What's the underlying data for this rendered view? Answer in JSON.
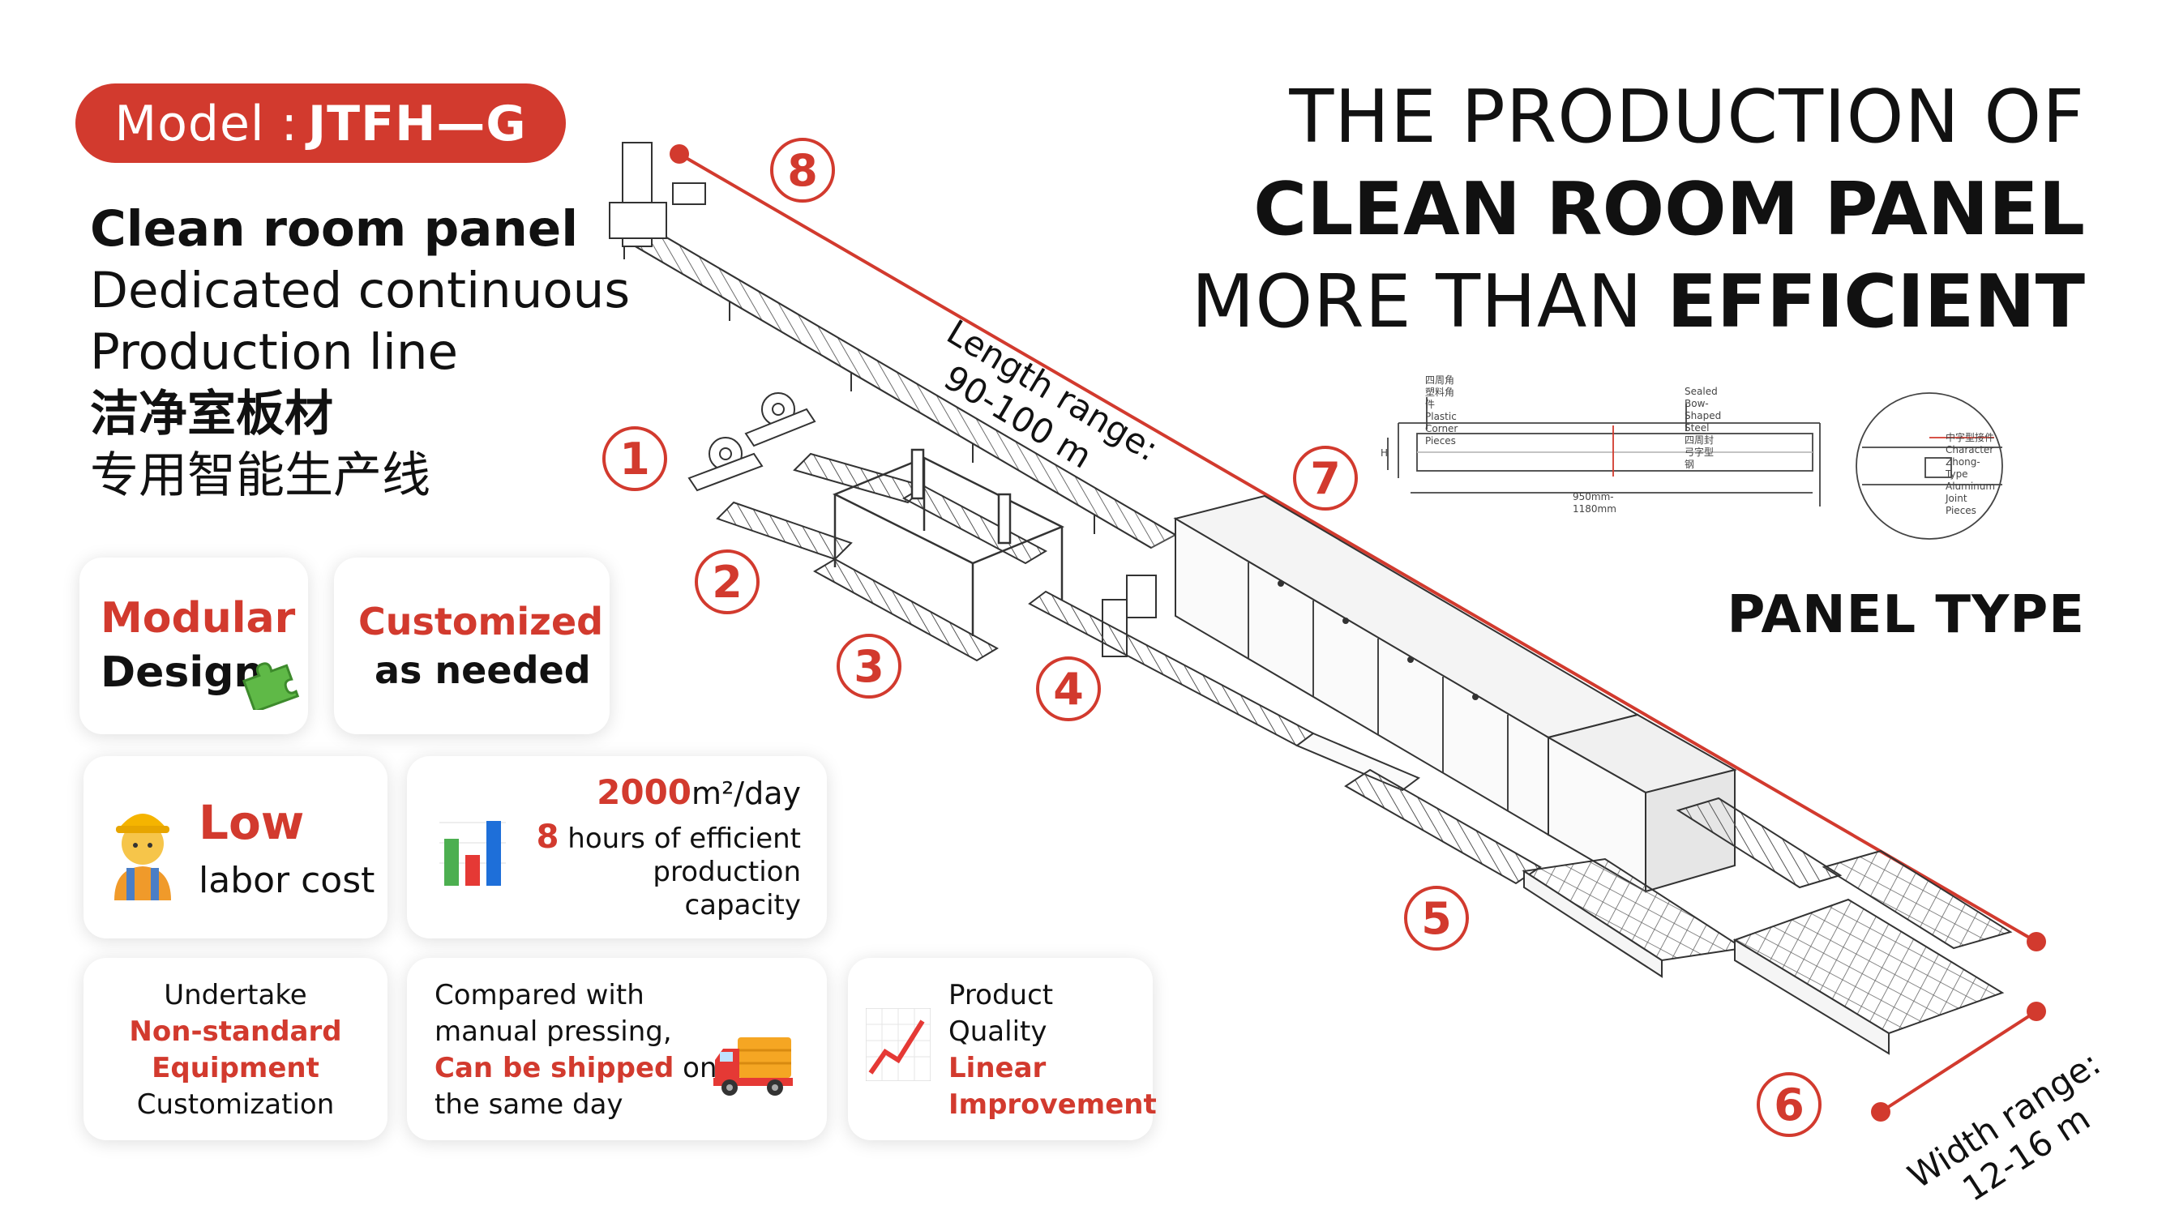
{
  "model": {
    "prefix": "Model : ",
    "code": "JTFH—G"
  },
  "intro": {
    "line1": "Clean room panel",
    "line2": "Dedicated continuous",
    "line3": "Production line",
    "cn_line1": "洁净室板材",
    "cn_line2": "专用智能生产线"
  },
  "headline": {
    "line1": "THE PRODUCTION OF",
    "line2": "CLEAN ROOM PANEL",
    "line3_thin": "MORE THAN ",
    "line3_bold": "EFFICIENT"
  },
  "panel_type": "PANEL TYPE",
  "panel_diagram": {
    "label_corner_cn": "四周角塑料角件",
    "label_corner_en1": "Plastic Corner",
    "label_corner_en2": "Pieces",
    "label_steel_en": "Sealed Bow-Shaped Steel",
    "label_steel_cn": "四周封弓字型钢",
    "label_width": "950mm-1180mm",
    "label_h": "H",
    "joint_cn": "中字型接件",
    "joint_en1": "Character",
    "joint_en2": "Zhong-Type",
    "joint_en3": "Aluminum Joint",
    "joint_en4": "Pieces"
  },
  "length_range": {
    "line1": "Length range:",
    "line2": "90-100 m"
  },
  "width_range": {
    "line1": "Width range:",
    "line2": "12-16 m"
  },
  "station_numbers": [
    "1",
    "2",
    "3",
    "4",
    "5",
    "6",
    "7",
    "8"
  ],
  "cards": {
    "modular": {
      "line1": "Modular",
      "line2": "Design",
      "icon": "puzzle-icon"
    },
    "customized": {
      "line1": "Customized",
      "line2": "as needed"
    },
    "labor": {
      "line1": "Low",
      "line2": "labor cost",
      "icon": "worker-icon"
    },
    "capacity": {
      "value": "2000",
      "unit": "m²/day",
      "hours": "8",
      "line2": " hours of efficient",
      "line3": "production",
      "line4": "capacity",
      "icon": "bar-chart-icon"
    },
    "nonstandard": {
      "line1": "Undertake",
      "line2": "Non-standard",
      "line3": "Equipment",
      "line4": "Customization"
    },
    "shipping": {
      "line1": "Compared with",
      "line2": "manual pressing,",
      "line3_red": "Can be shipped",
      "line3_rest": " on",
      "line4": "the same day",
      "icon": "delivery-truck-icon"
    },
    "quality": {
      "line1": "Product",
      "line2": "Quality",
      "line3": "Linear",
      "line4": "Improvement",
      "icon": "trend-up-icon"
    }
  },
  "colors": {
    "accent": "#d23a2e",
    "text": "#111111",
    "card_bg": "#ffffff"
  }
}
